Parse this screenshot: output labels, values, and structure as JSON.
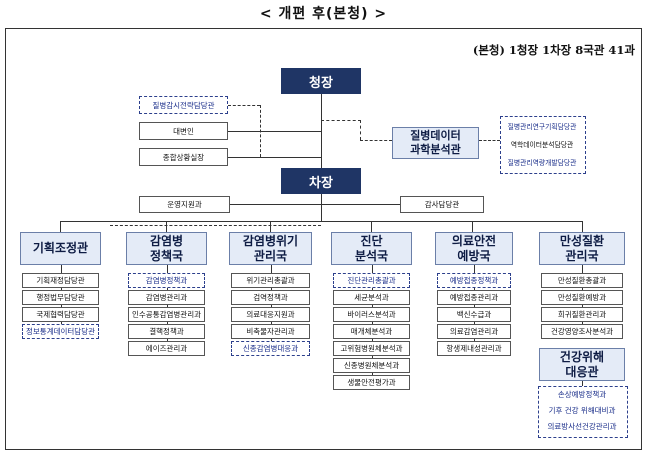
{
  "title": "< 개편 후(본청) >",
  "summary": "(본청) 1청장 1차장 8국관 41과",
  "top": {
    "commissioner": "청장",
    "vice": "차장"
  },
  "commissioner_units": [
    {
      "label": "질병감시전략담당관",
      "style": "dashed"
    },
    {
      "label": "대변인",
      "style": "solid"
    },
    {
      "label": "종합상황실장",
      "style": "solid"
    }
  ],
  "data_bureau": {
    "label": "질병데이터\n과학분석관",
    "divisions": [
      "질병관리연구기획담당관",
      "역학데이터분석담당관",
      "질병관리역량개발담당관"
    ]
  },
  "vice_units": {
    "left": "운영지원과",
    "right": "감사담당관"
  },
  "bureaus": [
    {
      "label": "기획조정관",
      "divisions": [
        {
          "label": "기획재정담당관",
          "style": "solid"
        },
        {
          "label": "행정법무담당관",
          "style": "solid"
        },
        {
          "label": "국제협력담당관",
          "style": "solid"
        },
        {
          "label": "정보통계데이터담당관",
          "style": "dashed"
        }
      ]
    },
    {
      "label": "감염병\n정책국",
      "divisions": [
        {
          "label": "감염병정책과",
          "style": "dashed"
        },
        {
          "label": "감염병관리과",
          "style": "solid"
        },
        {
          "label": "인수공통감염병관리과",
          "style": "solid"
        },
        {
          "label": "결핵정책과",
          "style": "solid"
        },
        {
          "label": "에이즈관리과",
          "style": "solid"
        }
      ]
    },
    {
      "label": "감염병위기\n관리국",
      "divisions": [
        {
          "label": "위기관리총괄과",
          "style": "solid"
        },
        {
          "label": "검역정책과",
          "style": "solid"
        },
        {
          "label": "의료대응지원과",
          "style": "solid"
        },
        {
          "label": "비축물자관리과",
          "style": "solid"
        },
        {
          "label": "신종감염병대응과",
          "style": "dashed"
        }
      ]
    },
    {
      "label": "진단\n분석국",
      "divisions": [
        {
          "label": "진단관리총괄과",
          "style": "dashed"
        },
        {
          "label": "세균분석과",
          "style": "solid"
        },
        {
          "label": "바이러스분석과",
          "style": "solid"
        },
        {
          "label": "매개체분석과",
          "style": "solid"
        },
        {
          "label": "고위험병원체분석과",
          "style": "solid"
        },
        {
          "label": "신종병원체분석과",
          "style": "solid"
        },
        {
          "label": "생물안전평가과",
          "style": "solid"
        }
      ]
    },
    {
      "label": "의료안전\n예방국",
      "divisions": [
        {
          "label": "예방접종정책과",
          "style": "dashed"
        },
        {
          "label": "예방접종관리과",
          "style": "solid"
        },
        {
          "label": "백신수급과",
          "style": "solid"
        },
        {
          "label": "의료감염관리과",
          "style": "solid"
        },
        {
          "label": "항생제내성관리과",
          "style": "solid"
        }
      ]
    },
    {
      "label": "만성질환\n관리국",
      "divisions": [
        {
          "label": "만성질환총괄과",
          "style": "solid"
        },
        {
          "label": "만성질환예방과",
          "style": "solid"
        },
        {
          "label": "희귀질환관리과",
          "style": "solid"
        },
        {
          "label": "건강영양조사분석과",
          "style": "solid"
        }
      ]
    }
  ],
  "health_hazard": {
    "label": "건강위해\n대응관",
    "divisions": [
      "손상예방정책과",
      "기후 건강 위해대비과",
      "의료방사선건강관리과"
    ]
  }
}
